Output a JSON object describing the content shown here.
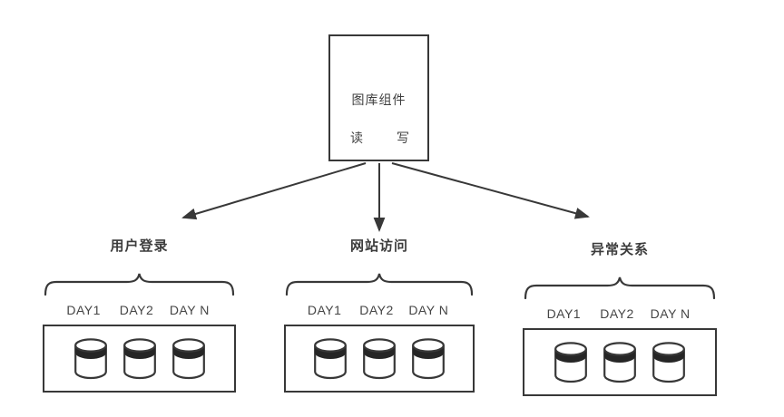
{
  "top_box": {
    "title": "图库组件",
    "read_label": "读",
    "write_label": "写"
  },
  "groups": [
    {
      "label": "用户登录",
      "days": [
        "DAY1",
        "DAY2",
        "DAY N"
      ]
    },
    {
      "label": "网站访问",
      "days": [
        "DAY1",
        "DAY2",
        "DAY N"
      ]
    },
    {
      "label": "异常关系",
      "days": [
        "DAY1",
        "DAY2",
        "DAY N"
      ]
    }
  ],
  "icons": {
    "database": "cylinder-with-dark-band",
    "brace": "upward-curly-brace",
    "arrow": "solid-triangle-arrowhead"
  },
  "colors": {
    "line": "#383838",
    "text": "#3f3f3f",
    "cylinder_band": "#262626",
    "background": "#ffffff"
  }
}
